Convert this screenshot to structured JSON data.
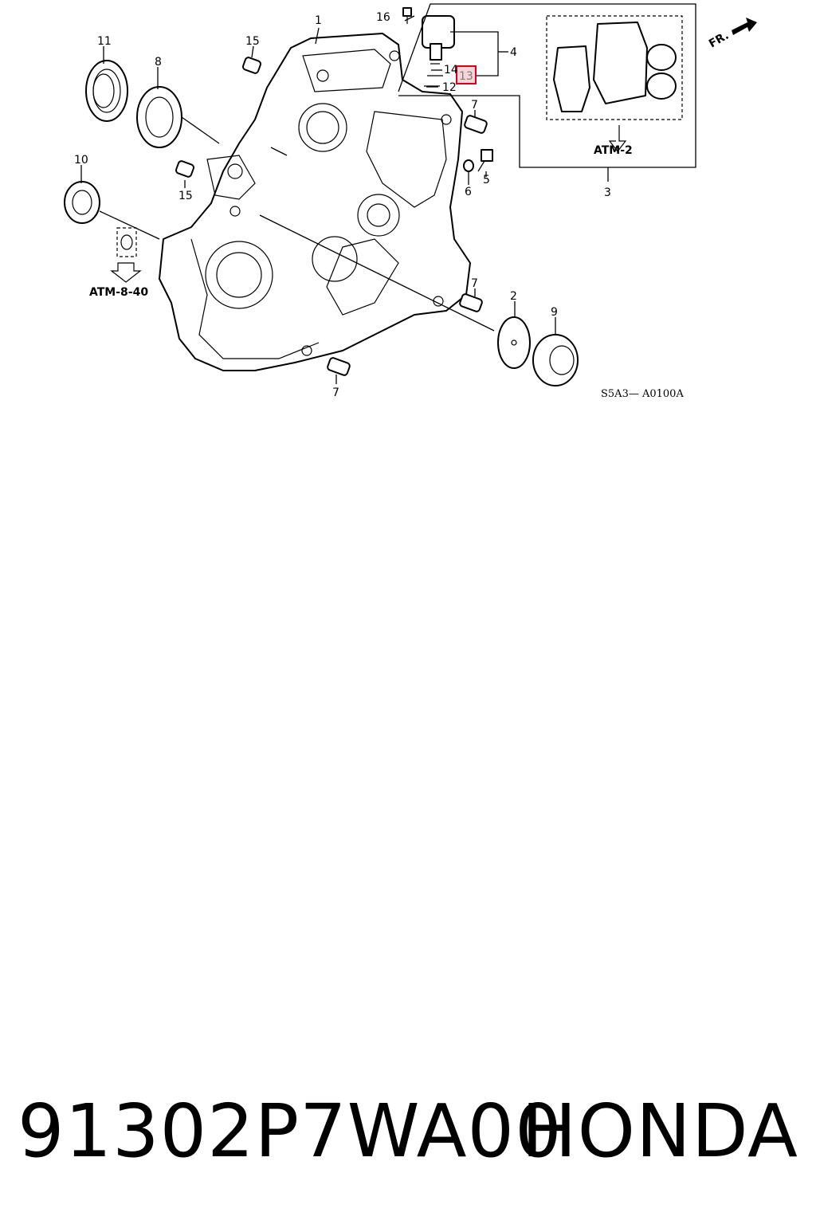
{
  "diagram": {
    "callouts": [
      "1",
      "2",
      "3",
      "4",
      "5",
      "6",
      "7",
      "7",
      "7",
      "8",
      "9",
      "10",
      "11",
      "12",
      "13",
      "14",
      "15",
      "15",
      "16"
    ],
    "references": {
      "atm_2": "ATM-2",
      "atm_8_40": "ATM-8-40",
      "front_label": "FR."
    },
    "drawing_code": "S5A3— A0100A",
    "highlighted_callout": "13",
    "highlight_color": "#d6001c"
  },
  "footer": {
    "part_number": "91302P7WA00",
    "brand": "HONDA"
  }
}
